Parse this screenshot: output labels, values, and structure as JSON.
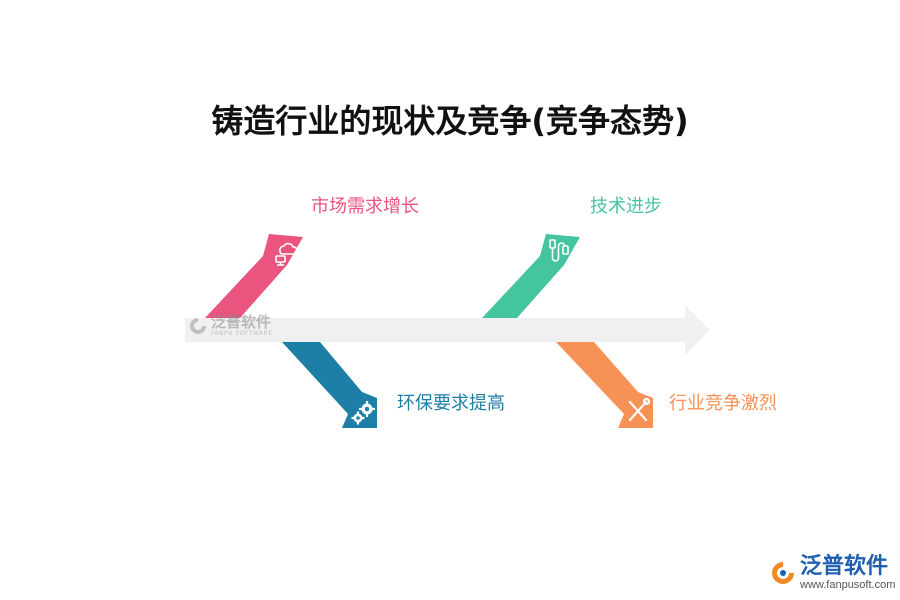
{
  "title": "铸造行业的现状及竞争(竞争态势)",
  "branches": [
    {
      "label": "市场需求增长",
      "color": "#e9557e",
      "icon": "cloud-computer-icon"
    },
    {
      "label": "技术进步",
      "color": "#45c4a0",
      "icon": "usb-cable-icon"
    },
    {
      "label": "环保要求提高",
      "color": "#1d7fa6",
      "icon": "gears-icon"
    },
    {
      "label": "行业竞争激烈",
      "color": "#f79256",
      "icon": "tools-icon"
    }
  ],
  "spine_color": "#f0eff2",
  "watermark": {
    "brand": "泛普软件",
    "brand_en": "FANPU SOFTWARE",
    "url": "www.fanpusoft.com"
  }
}
